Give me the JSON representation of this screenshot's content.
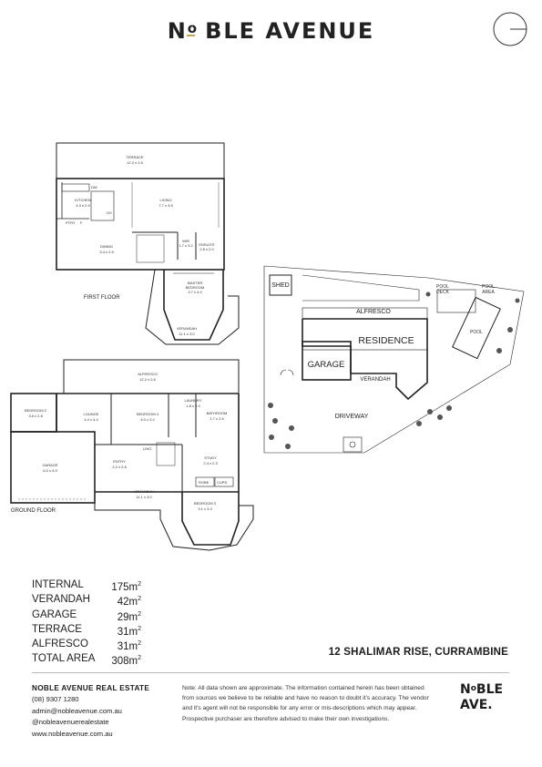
{
  "brand": {
    "name_n": "N",
    "name_o": "o",
    "name_rest": "BLE AVENUE"
  },
  "plans": {
    "first_floor_label": "FIRST FLOOR",
    "ground_floor_label": "GROUND FLOOR",
    "rooms_first": {
      "terrace": "TERRACE",
      "terrace_dim": "12.2 x 2.8",
      "kitchen": "KITCHEN",
      "kitchen_dim": "4.3 x 2.9",
      "living": "LIVING",
      "living_dim": "7.7 x 3.5",
      "dining": "DINING",
      "dining_dim": "3.4 x 2.8",
      "wir": "WIR",
      "wir_dim": "1.7 x 3.2",
      "ensuite": "ENSUITE",
      "ensuite_dim": "2.8 x 2.0",
      "master": "MASTER",
      "master2": "BEDROOM",
      "master_dim": "3.7 x 4.4",
      "verandah": "VERANDAH",
      "verandah_dim": "11.1 x 3.0",
      "ptry": "PTRY",
      "dw": "DW",
      "ov": "OV",
      "f": "F"
    },
    "rooms_ground": {
      "alfresco": "ALFRESCO",
      "alfresco_dim": "12.2 x 2.8",
      "bedroom2": "BEDROOM 2",
      "bedroom2_dim": "3.8 x 2.8",
      "lounge": "LOUNGE",
      "lounge_dim": "4.4 x 4.4",
      "bedroom4": "BEDROOM 4",
      "bedroom4_dim": "4.0 x 3.4",
      "laundry": "LAUNDRY",
      "laundry_dim": "1.8 x 2.4",
      "bathroom": "BATHROOM",
      "bathroom_dim": "1.7 x 2.6",
      "garage": "GARAGE",
      "garage_dim": "6.0 x 4.9",
      "entry": "ENTRY",
      "entry_dim": "2.2 x 2.8",
      "study": "STUDY",
      "study_dim": "2.4 x 2.3",
      "verandah": "VERANDAH",
      "verandah_dim": "11.1 x 3.0",
      "bedroom3": "BEDROOM 3",
      "bedroom3_dim": "3.1 x 3.3",
      "robe": "ROBE",
      "cupd": "CUPD",
      "lino": "LINO"
    },
    "site": {
      "shed": "SHED",
      "alfresco": "ALFRESCO",
      "residence": "RESIDENCE",
      "garage": "GARAGE",
      "verandah": "VERANDAH",
      "driveway": "DRIVEWAY",
      "pool_deck_1": "POOL",
      "pool_deck_2": "DECK",
      "pool_area_1": "POOL",
      "pool_area_2": "AREA",
      "pool": "POOL"
    }
  },
  "areas": [
    {
      "label": "INTERNAL",
      "value": "175m",
      "unit": "2"
    },
    {
      "label": "VERANDAH",
      "value": "42m",
      "unit": "2"
    },
    {
      "label": "GARAGE",
      "value": "29m",
      "unit": "2"
    },
    {
      "label": "TERRACE",
      "value": "31m",
      "unit": "2"
    },
    {
      "label": "ALFRESCO",
      "value": "31m",
      "unit": "2"
    },
    {
      "label": "TOTAL AREA",
      "value": "308m",
      "unit": "2"
    }
  ],
  "address": "12 SHALIMAR RISE, CURRAMBINE",
  "contact": {
    "company": "NOBLE AVENUE REAL ESTATE",
    "phone": "(08) 9307 1280",
    "email": "admin@nobleavenue.com.au",
    "social": "@nobleavenuerealestate",
    "web": "www.nobleavenue.com.au"
  },
  "disclaimer": "Note: All data shown are approximate. The information contained herein has been obtained from sources we believe to be reliable and have no reason to doubt it's accuracy. The vendor and it's agent will not be responsible for any error or mis-descriptions which may appear. Prospective purchaser are therefore advised to make their own investigations.",
  "logo_small": {
    "line1_n": "N",
    "line1_o": "o",
    "line1_rest": "BLE",
    "line2": "AVE."
  }
}
